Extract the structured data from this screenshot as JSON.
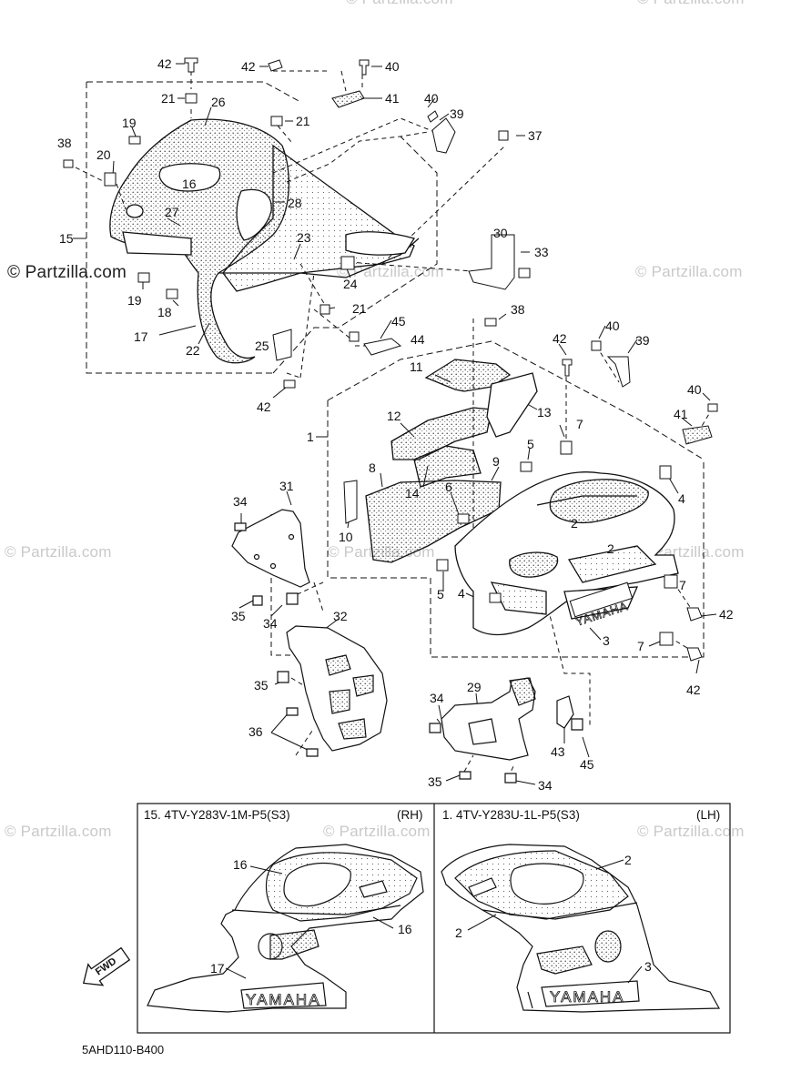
{
  "watermark": {
    "text": "© Partzilla.com"
  },
  "part_labels": {
    "p42a": "42",
    "p42b": "42",
    "p40a": "40",
    "p41a": "41",
    "p21a": "21",
    "p26": "26",
    "p21b": "21",
    "p40b": "40",
    "p39a": "39",
    "p37": "37",
    "p19a": "19",
    "p38a": "38",
    "p20": "20",
    "p16": "16",
    "p28": "28",
    "p27": "27",
    "p15": "15",
    "p23": "23",
    "p30": "30",
    "p33": "33",
    "p24": "24",
    "p19b": "19",
    "p18": "18",
    "p21c": "21",
    "p38b": "38",
    "p45a": "45",
    "p44": "44",
    "p17": "17",
    "p22": "22",
    "p25": "25",
    "p42c": "42",
    "p40c": "40",
    "p39b": "39",
    "p42d": "42",
    "p11": "11",
    "p13": "13",
    "p40d": "40",
    "p41b": "41",
    "p1": "1",
    "p12": "12",
    "p7a": "7",
    "p5a": "5",
    "p31": "31",
    "p8": "8",
    "p9": "9",
    "p14": "14",
    "p6": "6",
    "p4a": "4",
    "p2a": "2",
    "p34a": "34",
    "p10": "10",
    "p2b": "2",
    "p7b": "7",
    "p5b": "5",
    "p4b": "4",
    "p35a": "35",
    "p34b": "34",
    "p42e": "42",
    "p32": "32",
    "p3": "3",
    "p7c": "7",
    "p42f": "42",
    "p35b": "35",
    "p29": "29",
    "p34c": "34",
    "p36": "36",
    "p43": "43",
    "p45b": "45",
    "p35c": "35",
    "p34d": "34"
  },
  "inset_right_side": {
    "heading": "15. 4TV-Y283V-1M-P5(S3)",
    "side": "(RH)",
    "callouts": {
      "a": "16",
      "b": "16",
      "c": "17"
    },
    "logo_text": "YAMAHA"
  },
  "inset_left_side": {
    "heading": "1. 4TV-Y283U-1L-P5(S3)",
    "side": "(LH)",
    "callouts": {
      "a": "2",
      "b": "2",
      "c": "3"
    },
    "logo_text": "YAMAHA"
  },
  "decal_text": "YAMAHA",
  "fwd_arrow_text": "FWD",
  "diagram_code": "5AHD110-B400"
}
